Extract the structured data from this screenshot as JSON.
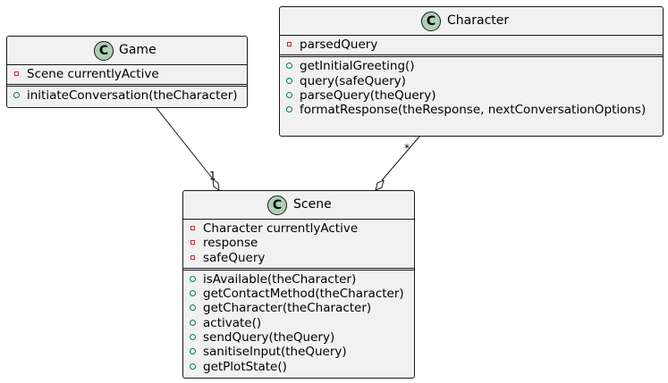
{
  "classes": {
    "game": {
      "name": "Game",
      "attributes": [
        "Scene currentlyActive"
      ],
      "methods": [
        "initiateConversation(theCharacter)"
      ]
    },
    "character": {
      "name": "Character",
      "attributes": [
        "parsedQuery"
      ],
      "methods": [
        "getInitialGreeting()",
        "query(safeQuery)",
        "parseQuery(theQuery)",
        "formatResponse(theResponse, nextConversationOptions)"
      ]
    },
    "scene": {
      "name": "Scene",
      "attributes": [
        "Character currentlyActive",
        "response",
        "safeQuery"
      ],
      "methods": [
        "isAvailable(theCharacter)",
        "getContactMethod(theCharacter)",
        "getCharacter(theCharacter)",
        "activate()",
        "sendQuery(theQuery)",
        "sanitiseInput(theQuery)",
        "getPlotState()"
      ]
    }
  },
  "stereotype_letter": "C",
  "associations": [
    {
      "from": "game",
      "to": "scene",
      "multiplicity": "1",
      "end": "aggregation"
    },
    {
      "from": "character",
      "to": "scene",
      "multiplicity": "*",
      "end": "aggregation"
    }
  ],
  "colors": {
    "class_fill": "#f1f1f1",
    "stereotype_fill": "#add1b2",
    "private_marker": "#c82930",
    "public_marker": "#038048",
    "line": "#181818"
  }
}
